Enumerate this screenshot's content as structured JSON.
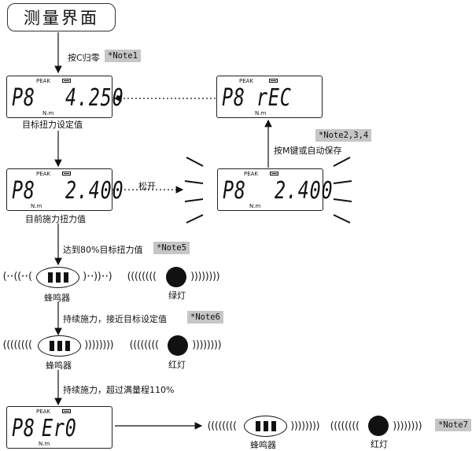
{
  "title": "测量界面",
  "display": {
    "peak": "PEAK",
    "unit": "N.m",
    "p8": "P8",
    "rec": "rEC",
    "set_value": "4.250",
    "current_value": "2.400",
    "err": "Er0"
  },
  "captions": {
    "zero": "按C归零",
    "target_set": "目标扭力设定值",
    "current_torque": "目前施力扭力值",
    "release": "松开",
    "save": "按M键或自动保存",
    "reach_80": "达到80%目标扭力值",
    "continue_near": "持续施力，接近目标设定值",
    "continue_over": "持续施力，超过满量程110%",
    "buzzer": "蜂鸣器",
    "green_light": "绿灯",
    "red_light": "红灯"
  },
  "notes": {
    "n1": "*Note1",
    "n234": "*Note2,3,4",
    "n5": "*Note5",
    "n6": "*Note6",
    "n7": "*Note7"
  },
  "colors": {
    "note_bg": "#c6c6c6",
    "line": "#111111"
  }
}
